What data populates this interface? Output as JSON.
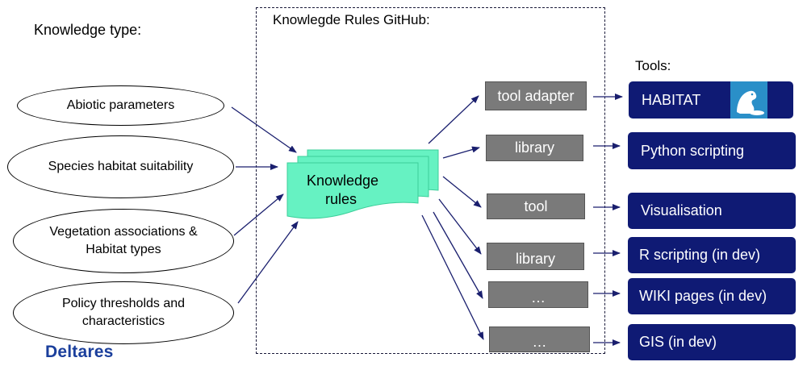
{
  "knowledge_type_label": "Knowledge type:",
  "github_label": "Knowlegde Rules GitHub:",
  "tools_label": "Tools:",
  "knowledge_types": [
    "Abiotic parameters",
    "Species habitat suitability",
    "Vegetation associations & Habitat types",
    "Policy thresholds and characteristics"
  ],
  "knowledge_rules": "Knowledge rules",
  "adapters": [
    "tool adapter",
    "library",
    "tool",
    "library",
    "…",
    "…"
  ],
  "tools": [
    "HABITAT",
    "Python scripting",
    "Visualisation",
    "R scripting (in dev)",
    "WIKI pages (in dev)",
    "GIS (in dev)"
  ],
  "logo": "Deltares",
  "colors": {
    "tool_box": "#0f1a74",
    "adapter_box": "#7a7a7a",
    "knowledge_rules": "#66f2c2",
    "arrow": "#1a1f6e"
  }
}
